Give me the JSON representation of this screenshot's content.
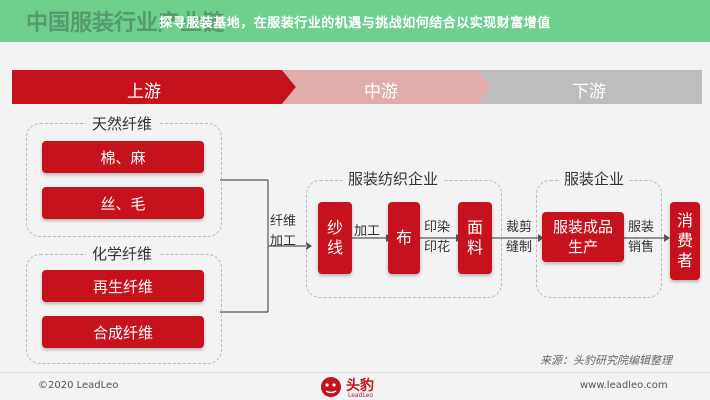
{
  "banner": {
    "background_text": "中国服装行业产业链",
    "title": "探寻服装基地，在服装行业的机遇与挑战如何结合以实现财富增值"
  },
  "stages": [
    {
      "label": "上游",
      "color": "#c5121d"
    },
    {
      "label": "中游",
      "color": "#e0acac"
    },
    {
      "label": "下游",
      "color": "#bdbdbd"
    }
  ],
  "upstream": {
    "natural_fiber": {
      "title": "天然纤维",
      "items": [
        "棉、麻",
        "丝、毛"
      ]
    },
    "chemical_fiber": {
      "title": "化学纤维",
      "items": [
        "再生纤维",
        "合成纤维"
      ]
    },
    "process_label": "纤维加工"
  },
  "midstream": {
    "title": "服装纺织企业",
    "yarn": "纱线",
    "process1": "加工",
    "cloth": "布",
    "process2": "印染印花",
    "fabric": "面料",
    "process3": "裁剪缝制"
  },
  "downstream": {
    "title": "服装企业",
    "production": "服装成品生产",
    "sales_label": "服装销售",
    "consumer": "消费者"
  },
  "footer": {
    "source": "来源：头豹研究院编辑整理",
    "copyright": "©2020 LeadLeo",
    "logo_text": "头豹",
    "logo_sub": "LeadLeo",
    "website": "www.leadleo.com"
  },
  "colors": {
    "red": "#c5121d",
    "banner": "#6fcf8f"
  }
}
